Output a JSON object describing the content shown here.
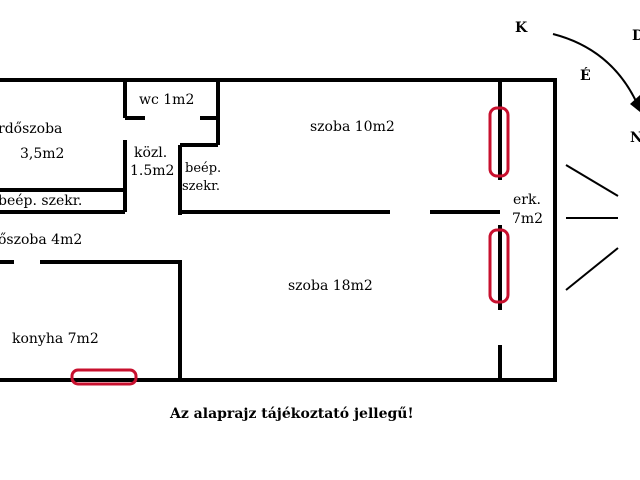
{
  "rooms": {
    "bathroom": "rdőszoba",
    "bathroom_area": "3,5m2",
    "wc": "wc 1m2",
    "corridor": "közl.",
    "corridor_area": "1.5m2",
    "builtin_1": "beép.",
    "builtin_1b": "szekr.",
    "builtin_2": "beép. szekr.",
    "room_small": "szoba 10m2",
    "balcony": "erk.",
    "balcony_area": "7m2",
    "room_4": "őszoba 4m2",
    "room_large": "szoba 18m2",
    "kitchen": "konyha 7m2"
  },
  "compass": {
    "k": "K",
    "d": "D",
    "e": "É",
    "n": "N"
  },
  "note": "Az alaprajz tájékoztató jellegű!",
  "colors": {
    "wall": "#000000",
    "radiator": "#c8102e"
  }
}
